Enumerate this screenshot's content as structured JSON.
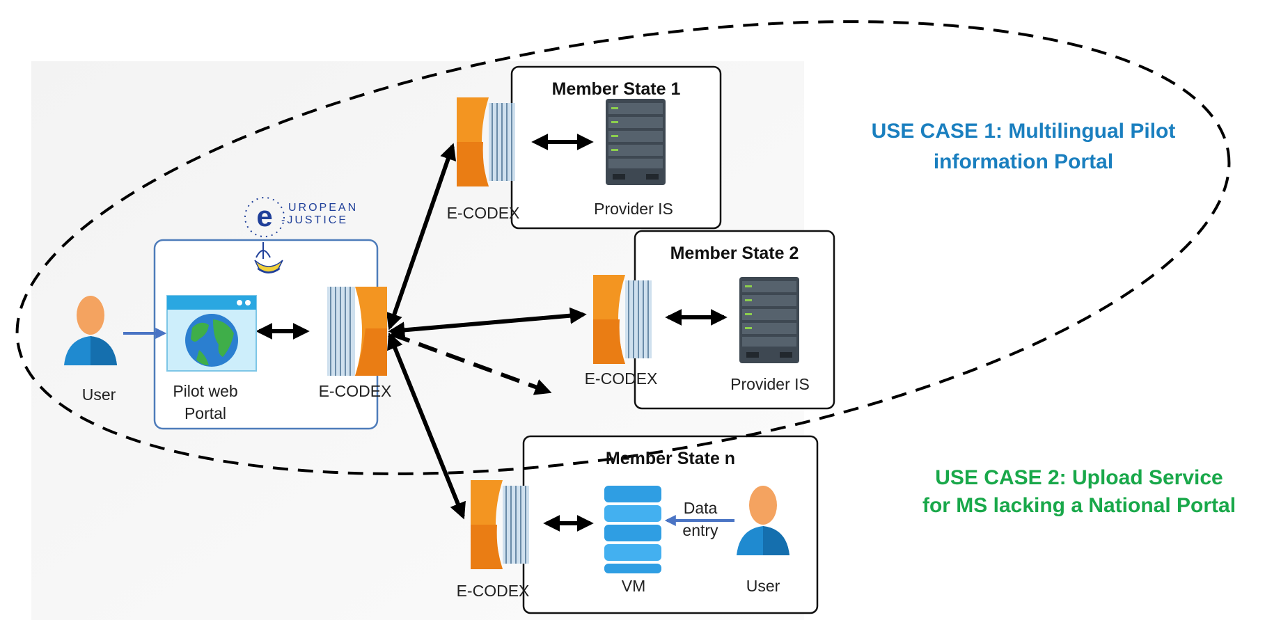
{
  "use_case_1": {
    "line1": "USE CASE 1: Multilingual Pilot",
    "line2": "information Portal",
    "color": "#1a7fbf"
  },
  "use_case_2": {
    "line1": "USE CASE 2: Upload Service",
    "line2": "for MS lacking a National Portal",
    "color": "#19a84a"
  },
  "logo": {
    "line1": "UROPEAN",
    "line2": "-JUSTICE"
  },
  "left": {
    "user_label": "User",
    "portal_label": [
      "Pilot web",
      "Portal"
    ],
    "connector_label": "E-CODEX"
  },
  "member_states": [
    {
      "title": "Member State 1",
      "connector_label": "E-CODEX",
      "system_label": "Provider IS"
    },
    {
      "title": "Member State 2",
      "connector_label": "E-CODEX",
      "system_label": "Provider IS"
    },
    {
      "title": "Member State n",
      "connector_label": "E-CODEX",
      "system_label": "VM",
      "data_entry_label": [
        "Data",
        "entry"
      ],
      "user_label": "User"
    }
  ],
  "colors": {
    "accent_orange": "#f39521",
    "arrow_blue": "#4a74c4",
    "user_skin": "#f4a360",
    "user_body": "#1f8ad0",
    "server": "#3e4852",
    "vm_blue": "#2f9ee3"
  }
}
